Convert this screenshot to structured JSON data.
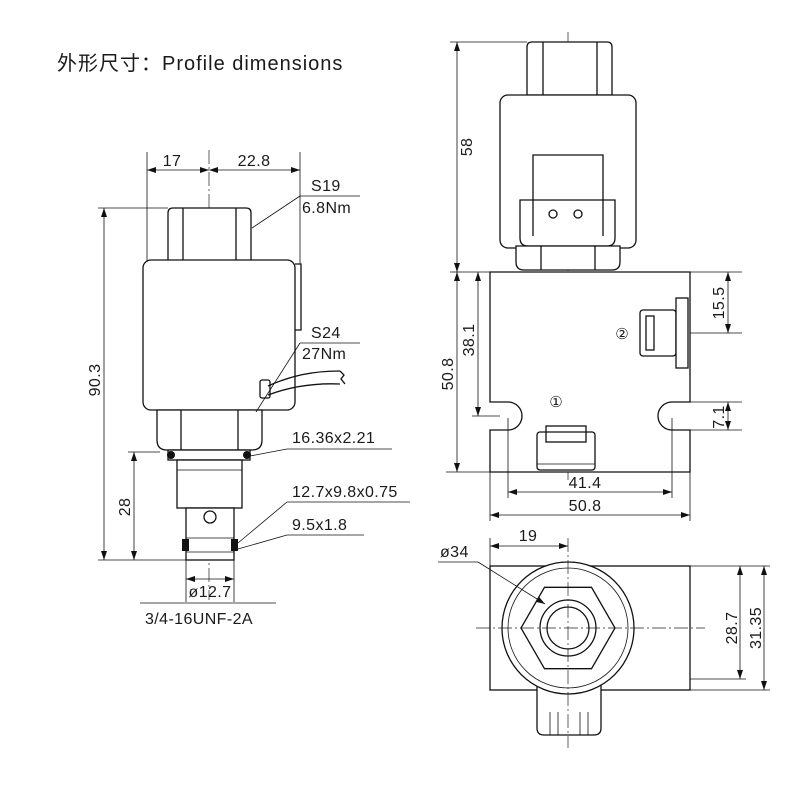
{
  "title": "外形尺寸：Profile dimensions",
  "side_view": {
    "dim_left_width": "17",
    "dim_right_width": "22.8",
    "top_nut_size": "S19",
    "top_nut_torque": "6.8Nm",
    "bottom_nut_size": "S24",
    "bottom_nut_torque": "27Nm",
    "dim_overall_length": "90.3",
    "dim_insert_length": "28",
    "oring_upper": "16.36x2.21",
    "oring_middle": "12.7x9.8x0.75",
    "oring_lower": "9.5x1.8",
    "dim_tip_diameter": "ø12.7",
    "thread_spec": "3/4-16UNF-2A"
  },
  "front_view": {
    "dim_coil_height": "58",
    "dim_port2_offset": "15.5",
    "dim_port1_offset": "38.1",
    "dim_block_height": "50.8",
    "dim_slot_width": "7.1",
    "port2_label": "②",
    "port1_label": "①",
    "dim_slot_pitch": "41.4",
    "dim_block_width": "50.8"
  },
  "top_view": {
    "dim_coil_diameter": "ø34",
    "dim_center_offset": "19",
    "dim_depth_inner": "28.7",
    "dim_depth_outer": "31.35"
  },
  "colors": {
    "line": "#111111",
    "background": "#ffffff"
  }
}
